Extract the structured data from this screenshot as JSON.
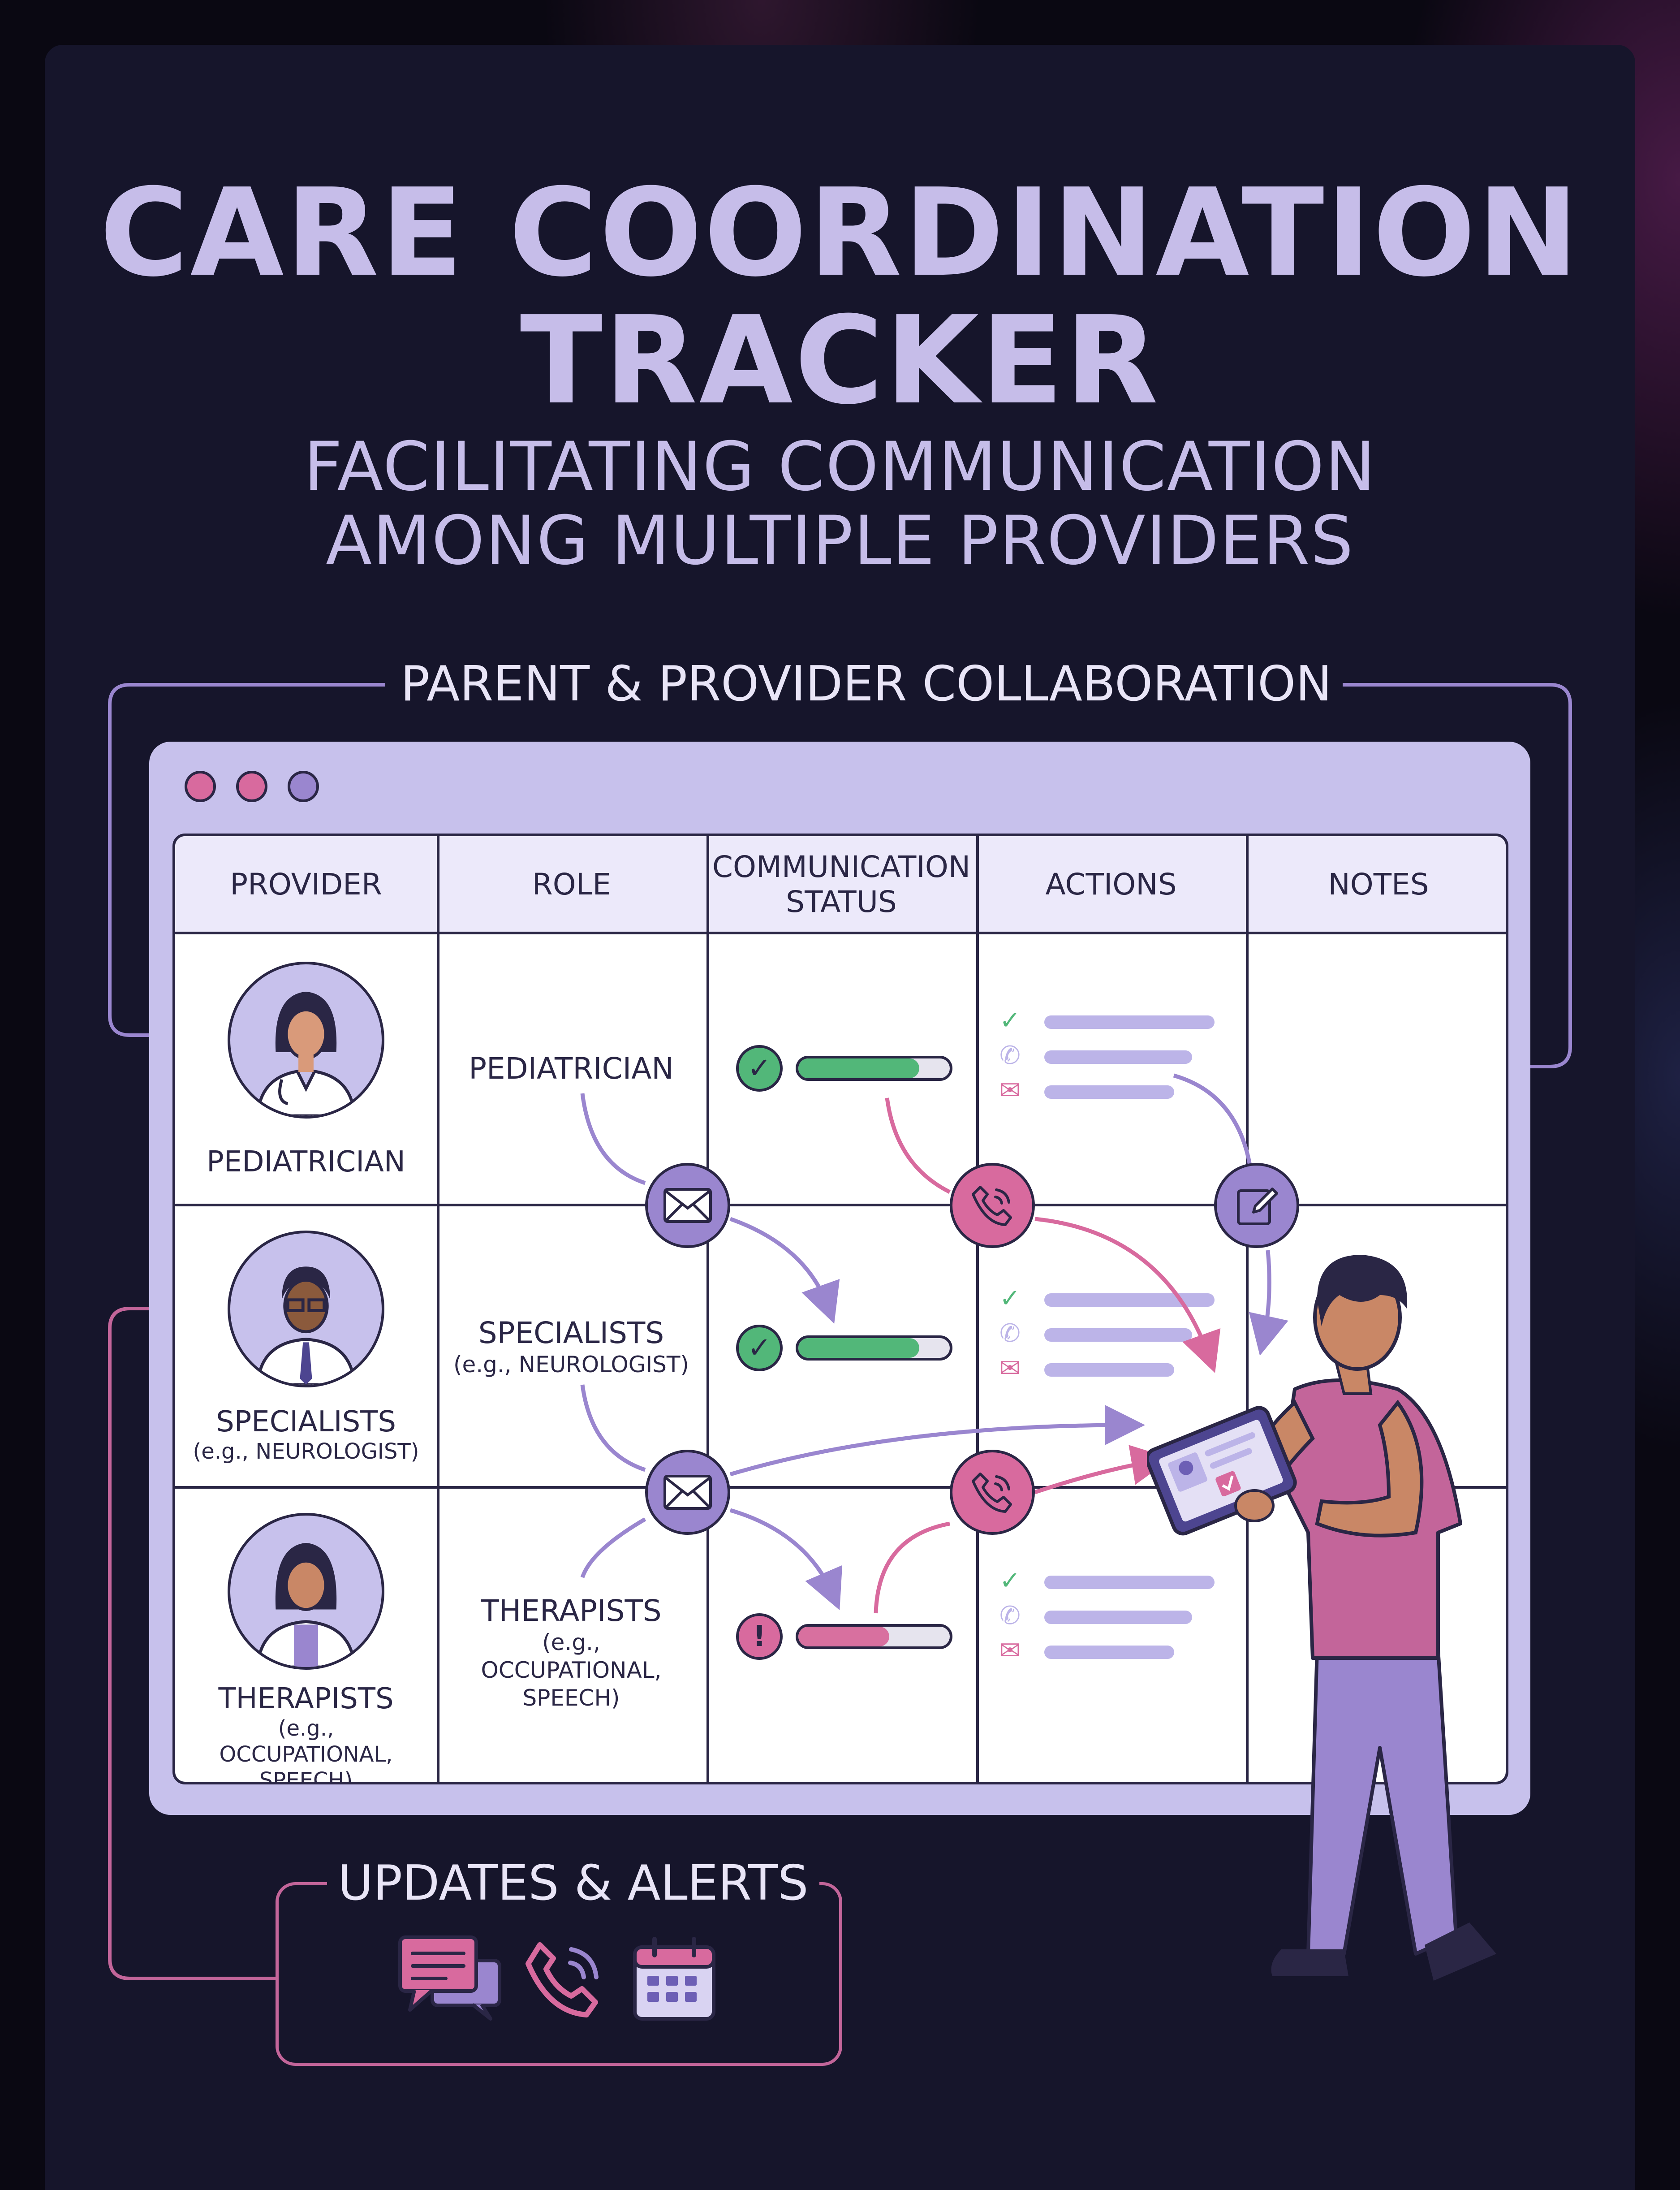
{
  "title": {
    "line1": "CARE COORDINATION",
    "line2": "TRACKER"
  },
  "subtitle": {
    "line1": "FACILITATING COMMUNICATION",
    "line2": "AMONG MULTIPLE PROVIDERS"
  },
  "section_collaboration": "PARENT & PROVIDER COLLABORATION",
  "window_dots": [
    "#d86a9e",
    "#d86a9e",
    "#9a86cf"
  ],
  "table": {
    "headers": [
      "PROVIDER",
      "ROLE",
      "COMMUNICATION STATUS",
      "ACTIONS",
      "NOTES"
    ],
    "rows": [
      {
        "provider": "PEDIATRICIAN",
        "provider_sub": "",
        "role": "PEDIATRICIAN",
        "role_sub": "",
        "status_icon": "check-icon",
        "status_symbol": "✓",
        "status_color": "#52b779",
        "progress": 0.8,
        "progress_color": "#52b779"
      },
      {
        "provider": "SPECIALISTS",
        "provider_sub": "(e.g., NEUROLOGIST)",
        "role": "SPECIALISTS",
        "role_sub": "(e.g., NEUROLOGIST)",
        "status_icon": "check-icon",
        "status_symbol": "✓",
        "status_color": "#52b779",
        "progress": 0.8,
        "progress_color": "#52b779"
      },
      {
        "provider": "THERAPISTS",
        "provider_sub": "(e.g., OCCUPATIONAL, SPEECH)",
        "role": "THERAPISTS",
        "role_sub": "(e.g., OCCUPATIONAL, SPEECH)",
        "status_icon": "alert-icon",
        "status_symbol": "!",
        "status_color": "#d86a9e",
        "progress": 0.6,
        "progress_color": "#d8709f"
      }
    ],
    "actions_icons": [
      "check-icon",
      "phone-icon",
      "mail-icon"
    ],
    "actions_icon_symbols": [
      "✓",
      "✆",
      "✉"
    ],
    "actions_icon_colors": [
      "#52b779",
      "#bcb4e8",
      "#d86a9e"
    ]
  },
  "flow_nodes": [
    "mail-icon",
    "phone-icon",
    "edit-icon",
    "mail-icon",
    "phone-icon"
  ],
  "section_updates": "UPDATES & ALERTS",
  "updates_icons": [
    "chat-icon",
    "phone-icon",
    "calendar-icon"
  ],
  "colors": {
    "accent_lavender": "#c6bde9",
    "accent_pink": "#c3659a",
    "accent_purple": "#9a86cf",
    "success_green": "#52b779",
    "background": "#16152b"
  }
}
